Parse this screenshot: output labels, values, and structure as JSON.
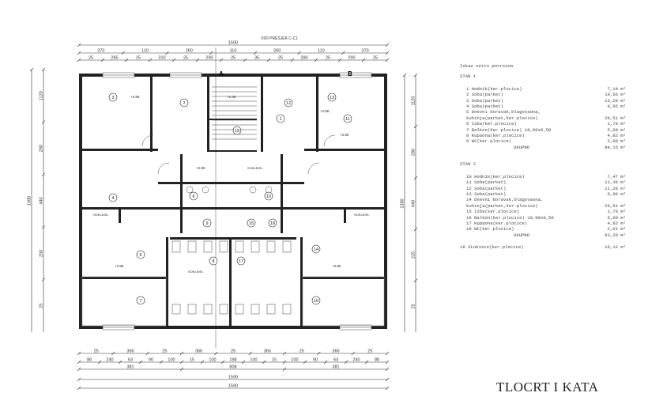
{
  "drawing": {
    "section_ref": "VIDI PRESJEK C-C1",
    "section_marks": [
      "A",
      "B"
    ],
    "dims_top": {
      "overall": "1590",
      "row1": [
        "370",
        "110",
        "260",
        "110",
        "260",
        "110",
        "370"
      ],
      "row2": [
        "25",
        "285",
        "25",
        "310",
        "25",
        "290",
        "25",
        "35",
        "25",
        "280",
        "25",
        "290",
        "25"
      ]
    },
    "dims_bottom": {
      "row1": [
        "25",
        "366",
        "25",
        "366",
        "25",
        "366",
        "25",
        "366",
        "25"
      ],
      "row2": [
        "88",
        "240",
        "63",
        "90",
        "100",
        "15",
        "100",
        "198",
        "100",
        "15",
        "100",
        "90",
        "63",
        "240",
        "88"
      ],
      "row3": [
        "381",
        "808",
        "381"
      ],
      "overall": [
        "1590",
        "1590"
      ]
    },
    "dims_left": [
      "1380",
      "1120",
      "280",
      "440",
      "250",
      "25"
    ],
    "dims_right": [
      "1380",
      "1120",
      "280",
      "440",
      "225",
      "25"
    ],
    "room_numbers": [
      "1",
      "2",
      "3",
      "4",
      "5",
      "6",
      "7",
      "8",
      "9",
      "10",
      "11",
      "12",
      "13",
      "14",
      "15",
      "16",
      "17",
      "18",
      "19"
    ],
    "level_marks": [
      "+2.85",
      "+2.85",
      "+2.80",
      "+2.80",
      "+1.45",
      "+2.85",
      "+2.85"
    ],
    "labels": [
      "SOKLE/EL",
      "SOKLE/EL",
      "SOKLE/EL",
      "SOKLE/EL"
    ]
  },
  "legend": {
    "heading": "Iskaz netto povrsina",
    "stan1": {
      "title": "STAN 1",
      "items": [
        {
          "label": "1 Hodnik(ker.plocice)",
          "value": "7,14 m²"
        },
        {
          "label": "2 Soba(parket)",
          "value": "10,66 m²"
        },
        {
          "label": "3 Soba(parket)",
          "value": "13,29 m²"
        },
        {
          "label": "4 Soba(parket)",
          "value": "9,95 m²"
        },
        {
          "label": "5 Dnevni boravak,blagovaona,",
          "value": ""
        },
        {
          "label": "kuhinja(parket,ker.plocice)",
          "value": "29,51 m²"
        },
        {
          "label": "6 Izba(ker.plocice)",
          "value": "1,79 m²"
        },
        {
          "label": "7 Balkon(ker.plocice)   10,00x0,50",
          "value": "5,00 m²"
        },
        {
          "label": "8 Kupaona(ker.plocice)",
          "value": "4,82 m²"
        },
        {
          "label": "9 WC(ker.plocice)",
          "value": "2,00 m²"
        }
      ],
      "total_label": "UKUPNO",
      "total_value": "84,15 m²"
    },
    "stan2": {
      "title": "STAN 2",
      "items": [
        {
          "label": "10 Hodnik(ker.plocice)",
          "value": "7,47 m²"
        },
        {
          "label": "11 Soba(parket)",
          "value": "11,36 m²"
        },
        {
          "label": "12 Soba(parket)",
          "value": "11,28 m²"
        },
        {
          "label": "13 Soba(parket)",
          "value": "9,96 m²"
        },
        {
          "label": "14 Dnevni boravak,blagovaona,",
          "value": ""
        },
        {
          "label": "kuhinja(parket,ker.plocice)",
          "value": "29,51 m²"
        },
        {
          "label": "15 Izba(ker.plocice)",
          "value": "1,79 m²"
        },
        {
          "label": "16 Balkon(ker.plocice)   10,00x0,50",
          "value": "5,00 m²"
        },
        {
          "label": "17 Kupaona(ker.plocice)",
          "value": "4,82 m²"
        },
        {
          "label": "18 WC(ker.plocice)",
          "value": "2,01 m²"
        }
      ],
      "total_label": "UKUPNO",
      "total_value": "83,20 m²"
    },
    "stair": {
      "label": "19 Stubiste(ker.plocice)",
      "value": "16,12 m²"
    }
  },
  "title": "TLOCRT I KATA"
}
